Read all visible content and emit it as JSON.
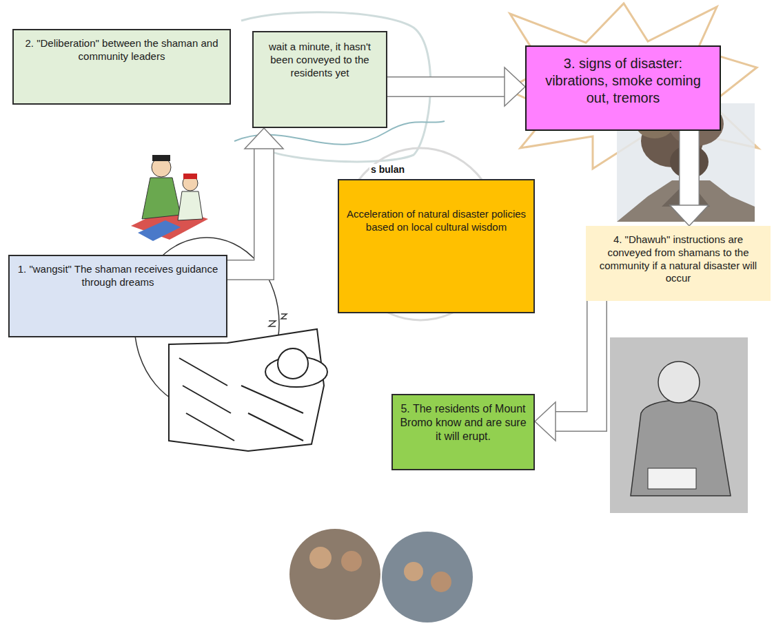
{
  "diagram": {
    "nodes": [
      {
        "text": [
          "1. \"wangsit\" The shaman receives guidance through dreams"
        ]
      },
      {
        "text": [
          "2. \"Deliberation\" between the shaman and community leaders"
        ]
      },
      {
        "text": [
          "wait a minute, it hasn't been conveyed to the residents yet"
        ]
      },
      {
        "text": [
          "3. signs of disaster: vibrations, smoke coming out, tremors"
        ]
      },
      {
        "text": [
          "4. \"Dhawuh\" instructions are conveyed from shamans to the community if a natural disaster will occur"
        ]
      },
      {
        "text": [
          "5. The residents of Mount Bromo know and are sure it will erupt."
        ]
      },
      {
        "text": [
          "Acceleration of natural disaster policies based on local cultural wisdom"
        ]
      }
    ],
    "edges": [
      {
        "from": 0,
        "to": 2,
        "arrow": "to"
      },
      {
        "from": 2,
        "to": 3,
        "arrow": "to"
      },
      {
        "from": 3,
        "to": 4,
        "arrow": "to"
      },
      {
        "from": 4,
        "to": 5,
        "arrow": "to"
      }
    ],
    "labels": [
      "s bulan"
    ]
  }
}
